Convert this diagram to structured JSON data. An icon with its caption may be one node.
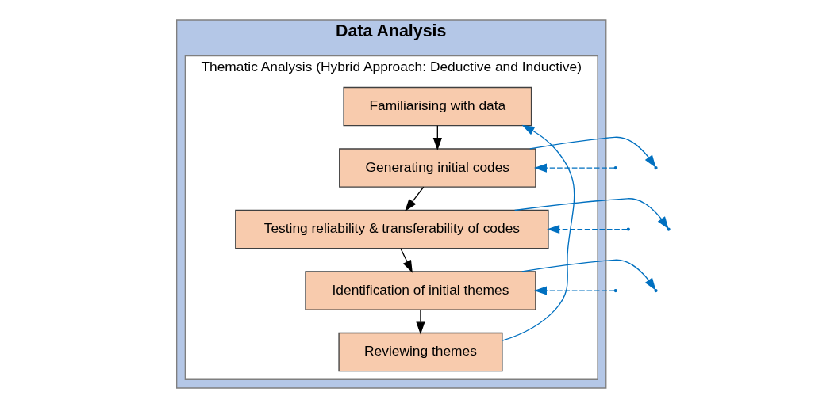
{
  "diagram": {
    "nodes": [
      {
        "text": [
          "Data Analysis"
        ]
      },
      {
        "text": [
          "Thematic Analysis (Hybrid Approach: Deductive and Inductive)"
        ],
        "in": 0
      },
      {
        "text": [
          "Familiarising with data"
        ],
        "in": 1
      },
      {
        "text": [
          "Generating initial codes"
        ],
        "in": 1
      },
      {
        "text": [
          "Testing reliability & transferability of codes"
        ],
        "in": 1
      },
      {
        "text": [
          "Identification of initial themes"
        ],
        "in": 1
      },
      {
        "text": [
          "Reviewing themes"
        ],
        "in": 1
      }
    ],
    "edges": [
      {
        "from": 2,
        "to": 3,
        "arrow": "to",
        "color": "#000000"
      },
      {
        "from": 3,
        "to": 4,
        "arrow": "to",
        "color": "#000000"
      },
      {
        "from": 4,
        "to": 5,
        "arrow": "to",
        "color": "#000000"
      },
      {
        "from": 5,
        "to": 6,
        "arrow": "to",
        "color": "#000000"
      },
      {
        "from": 3,
        "to": null,
        "arrow": "to"
      },
      {
        "from": 4,
        "to": null,
        "arrow": "to"
      },
      {
        "from": 5,
        "to": null,
        "arrow": "to"
      },
      {
        "from": 6,
        "to": 2,
        "arrow": "to"
      },
      {
        "from": null,
        "to": 3,
        "arrow": "to",
        "style": "dashed"
      },
      {
        "from": null,
        "to": 4,
        "arrow": "to",
        "style": "dashed"
      },
      {
        "from": null,
        "to": 5,
        "arrow": "to",
        "style": "dashed"
      }
    ]
  }
}
